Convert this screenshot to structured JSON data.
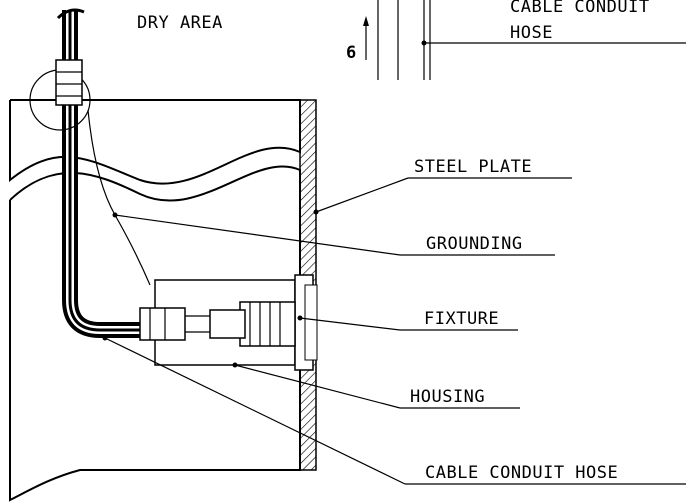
{
  "labels": {
    "dry_area": "DRY AREA",
    "cable_conduit_top": "CABLE CONDUIT",
    "hose_top": "HOSE",
    "dim_value": "6",
    "steel_plate": "STEEL PLATE",
    "grounding": "GROUNDING",
    "fixture": "FIXTURE",
    "housing": "HOUSING",
    "cable_conduit_hose": "CABLE CONDUIT HOSE"
  }
}
